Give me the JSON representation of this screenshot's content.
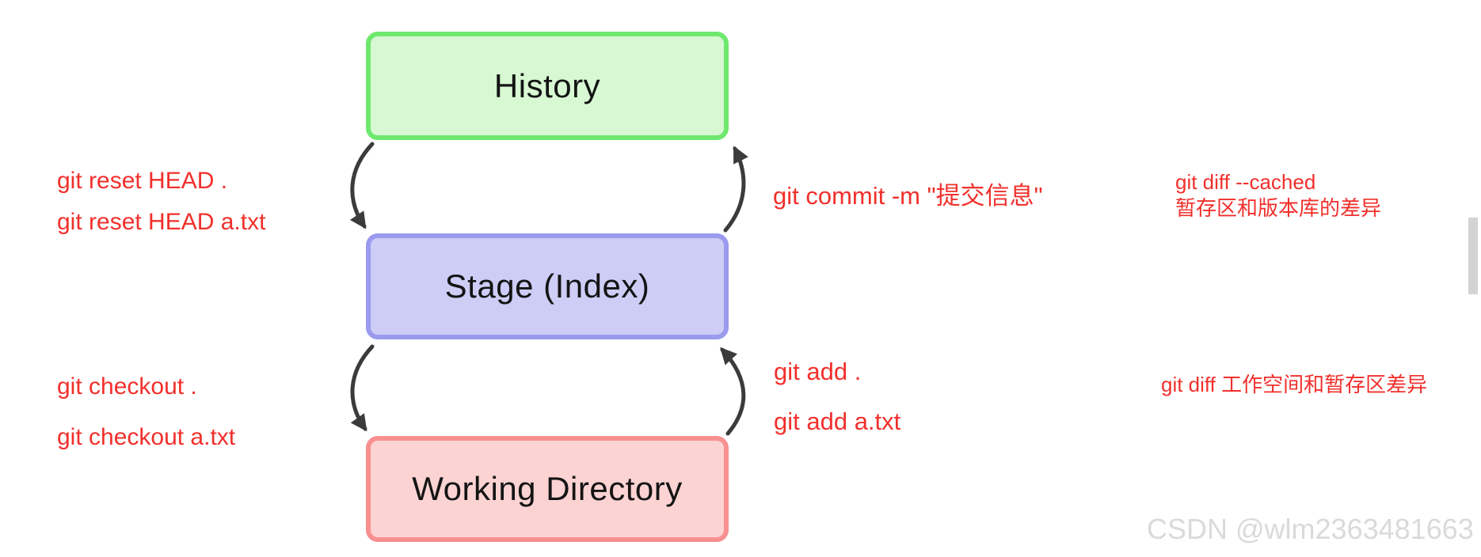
{
  "boxes": {
    "history": {
      "label": "History"
    },
    "stage": {
      "label": "Stage (Index)"
    },
    "working": {
      "label": "Working Directory"
    }
  },
  "labels": {
    "reset_head": "git reset HEAD .",
    "reset_head_file": "git reset HEAD a.txt",
    "checkout": "git checkout .",
    "checkout_file": "git checkout a.txt",
    "commit": "git commit -m \"提交信息\"",
    "add": "git add .",
    "add_file": "git add a.txt",
    "diff_cached": "git diff --cached",
    "diff_cached_desc": "暂存区和版本库的差异",
    "diff_worktree": "git diff 工作空间和暂存区差异"
  },
  "watermark": "CSDN @wlm2363481663",
  "colors": {
    "history_fill": "#d8f8d3",
    "history_border": "#6ee86e",
    "stage_fill": "#cdcdf6",
    "stage_border": "#9a9aee",
    "working_fill": "#fbd3d2",
    "working_border": "#f89090",
    "command_red": "#f1302c",
    "arrow": "#3b3b3b",
    "watermark_gray": "#dadada",
    "scrollbar_gray": "#d3d3d3"
  }
}
